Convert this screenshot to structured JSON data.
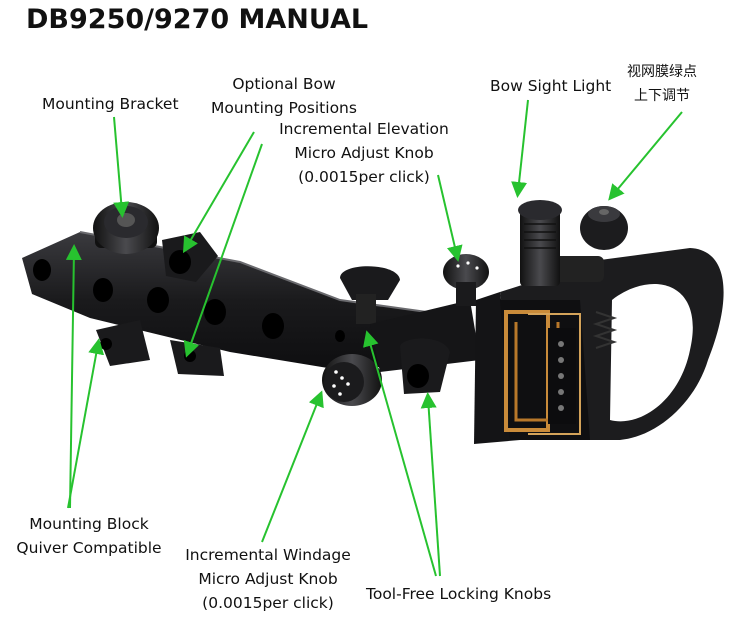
{
  "title": "DB9250/9270 MANUAL",
  "labels": {
    "mounting_bracket": "Mounting Bracket",
    "optional_bow": [
      "Optional Bow",
      "Mounting Positions"
    ],
    "elevation": [
      "Incremental Elevation",
      "Micro Adjust Knob",
      "(0.0015per click)"
    ],
    "bow_sight_light": "Bow Sight Light",
    "chinese": [
      "视网膜绿点",
      "上下调节"
    ],
    "mounting_block": [
      "Mounting Block",
      "Quiver Compatible"
    ],
    "windage": [
      "Incremental Windage",
      "Micro Adjust Knob",
      "(0.0015per click)"
    ],
    "locking_knobs": "Tool-Free Locking Knobs"
  },
  "colors": {
    "arrow": "#27c22f",
    "metal": "#1c1c1e",
    "metal_light": "#5a5a5e",
    "pin_gold": "#c98b3a",
    "text": "#111111"
  }
}
